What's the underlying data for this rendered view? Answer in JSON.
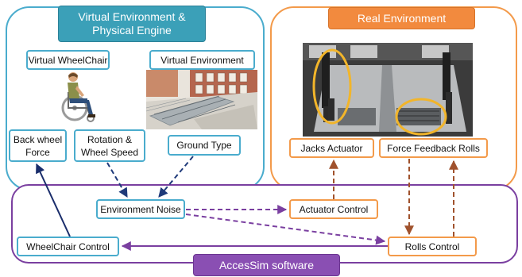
{
  "panels": {
    "virtual": {
      "title": "Virtual Environment &\nPhysical Engine"
    },
    "real": {
      "title": "Real Environment"
    },
    "software": {
      "title": "AccesSim software"
    }
  },
  "nodes": {
    "virtual_wheelchair": "Virtual WheelChair",
    "virtual_environment": "Virtual Environment",
    "back_wheel_force": "Back wheel\nForce",
    "rotation_wheel_speed": "Rotation &\nWheel Speed",
    "ground_type": "Ground Type",
    "jacks_actuator": "Jacks Actuator",
    "force_feedback_rolls": "Force Feedback Rolls",
    "environment_noise": "Environment Noise",
    "actuator_control": "Actuator Control",
    "wheelchair_control": "WheelChair Control",
    "rolls_control": "Rolls Control"
  },
  "images": {
    "wheelchair": "wheelchair-user-illustration",
    "ramp": "ramp-building-render",
    "hardware": "simulator-platform-photo"
  },
  "colors": {
    "virtual_accent": "#3ba0b8",
    "real_accent": "#f28a3e",
    "software_accent": "#8a4fb3",
    "dashed_blue_arrow": "#1f3a7a",
    "dashed_orange_arrow": "#a0522d",
    "solid_navy_arrow": "#1a2d6b"
  }
}
